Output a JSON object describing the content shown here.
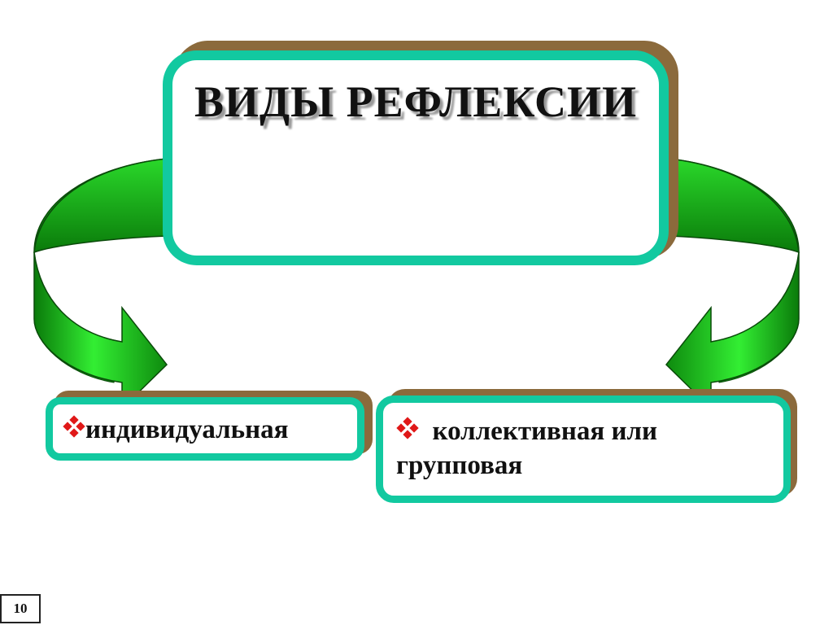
{
  "diagram": {
    "title": "ВИДЫ РЕФЛЕКСИИ",
    "items": [
      {
        "label": "индивидуальная"
      },
      {
        "label": "коллективная или групповая"
      }
    ]
  },
  "page_number": "10",
  "colors": {
    "box_border": "#12c9a0",
    "box_shadow": "#8b6a3c",
    "arrow_light": "#22ee22",
    "arrow_dark": "#0a7a0a",
    "bullet": "#e01818"
  }
}
